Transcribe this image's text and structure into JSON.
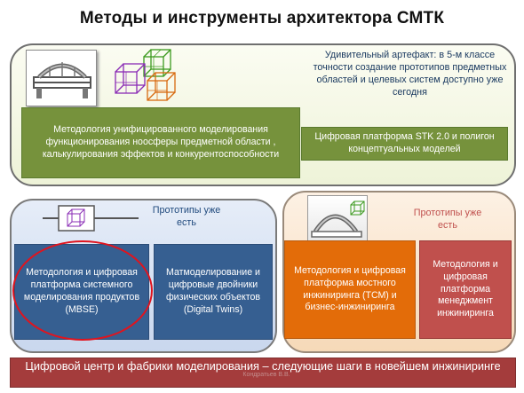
{
  "title": "Методы и инструменты архитектора СМТК",
  "top_panel": {
    "note": "Удивительный артефакт: в 5-м классе точности создание прототипов  предметных областей и целевых систем доступно уже сегодня",
    "box_methodology": "Методология унифицированного моделирования функционирования ноосферы предметной области , калькулирования эффектов  и конкурентоспособности",
    "box_platform": "Цифровая платформа  STK 2.0 и полигон  концептуальных моделей"
  },
  "left_panel": {
    "note": "Прототипы уже есть",
    "box_mbse": "Методология и цифровая платформа системного моделирования продуктов  (MBSE)",
    "box_twins": "Матмоделирование и цифровые двойники физических объектов (Digital Twins)"
  },
  "right_panel": {
    "note": "Прототипы уже есть",
    "box_tcm": "Методология и цифровая платформа мостного инжиниринга (ТСМ) и бизнес-инжиниринга",
    "box_mgmt": "Методология и цифровая платформа менеджмент инжиниринга"
  },
  "bottom_bar": "Цифровой центр  и фабрики моделирования –  следующие  шаги в новейшем инжиниринге",
  "watermark": "Кондратьев В.В.",
  "colors": {
    "green_box": "#76923c",
    "blue_box": "#365f91",
    "orange_box": "#e36c09",
    "red_box": "#c0504d",
    "bottom_bar": "#a43c3c",
    "highlight_ellipse": "#e0141e"
  },
  "icons": [
    "bridge-logo-icon",
    "green-cube-icon",
    "purple-cube-icon",
    "orange-cube-icon"
  ]
}
